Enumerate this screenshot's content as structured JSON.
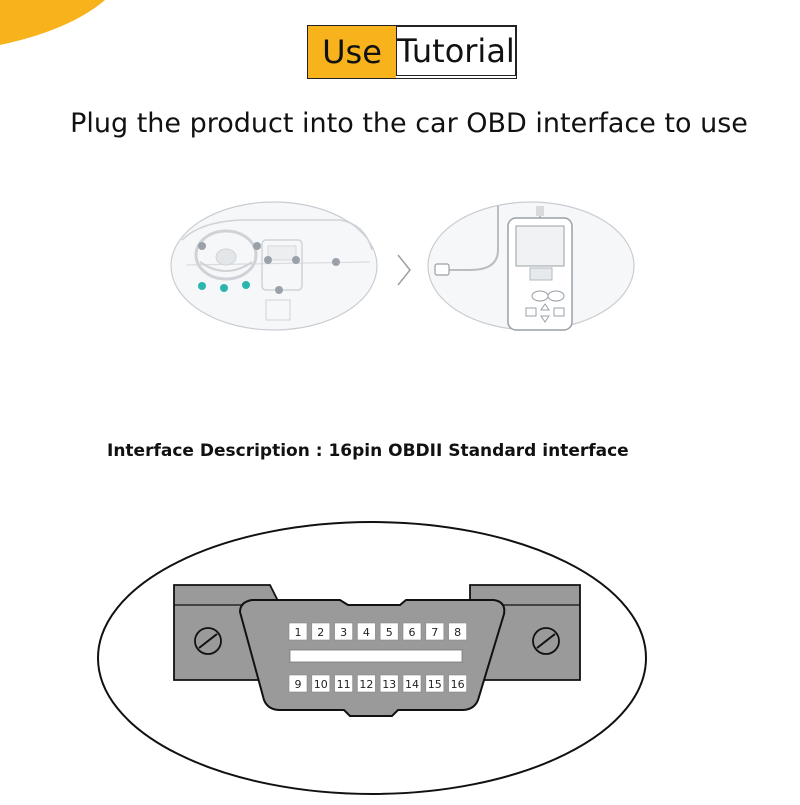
{
  "header": {
    "title_use": "Use",
    "title_tutorial": "Tutorial"
  },
  "main": {
    "headline": "Plug the product into the car OBD interface to use",
    "interface_description": "Interface Description : 16pin OBDII Standard interface"
  },
  "connector": {
    "top_pins": [
      "1",
      "2",
      "3",
      "4",
      "5",
      "6",
      "7",
      "8"
    ],
    "bottom_pins": [
      "9",
      "10",
      "11",
      "12",
      "13",
      "14",
      "15",
      "16"
    ]
  },
  "colors": {
    "accent": "#f7b21c",
    "connector_gray": "#9a9a9a",
    "pin_box": "#ffffff",
    "illustration_teal": "#2bb5b0"
  },
  "icons": [
    "chevron-right-icon",
    "screw-icon",
    "usb-cable-icon"
  ]
}
